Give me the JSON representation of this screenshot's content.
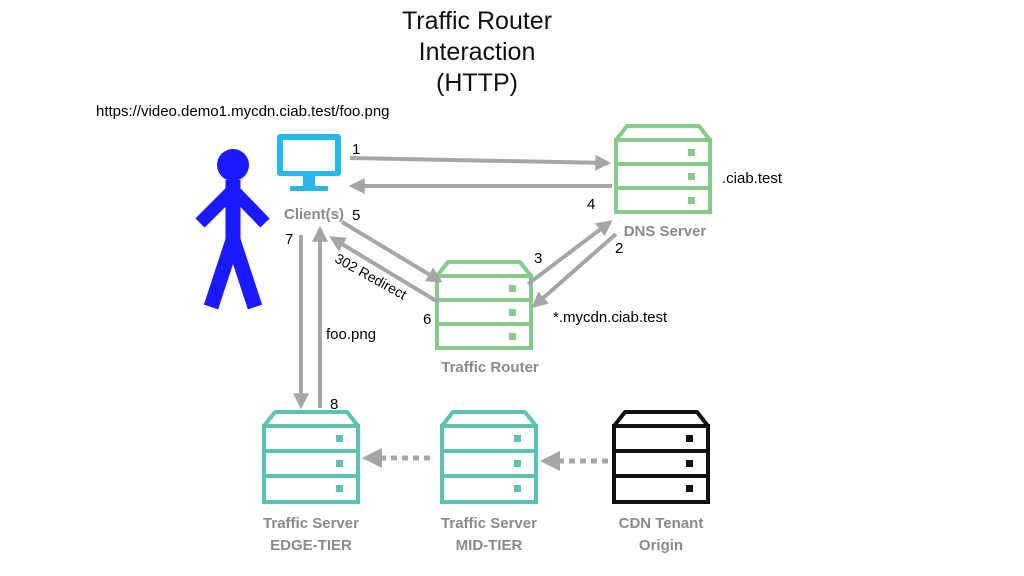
{
  "title": {
    "line1": "Traffic Router",
    "line2": "Interaction",
    "line3": "(HTTP)"
  },
  "url": "https://video.demo1.mycdn.ciab.test/foo.png",
  "nodes": {
    "client": "Client(s)",
    "dns": "DNS Server",
    "router": "Traffic Router",
    "edge": {
      "line1": "Traffic Server",
      "line2": "EDGE-TIER"
    },
    "mid": {
      "line1": "Traffic Server",
      "line2": "MID-TIER"
    },
    "origin": {
      "line1": "CDN Tenant",
      "line2": "Origin"
    }
  },
  "annotations": {
    "dns_domain": ".ciab.test",
    "router_domain": "*.mycdn.ciab.test",
    "redirect": "302 Redirect",
    "file": "foo.png"
  },
  "steps": [
    "1",
    "2",
    "3",
    "4",
    "5",
    "6",
    "7",
    "8"
  ],
  "colors": {
    "person": "#1a1aff",
    "monitor": "#29b6e8",
    "dns_router_server": "#86c98a",
    "traffic_server": "#5cc3b4",
    "origin_server": "#111111",
    "arrow": "#a6a6a6",
    "label": "#8a8a8a"
  }
}
